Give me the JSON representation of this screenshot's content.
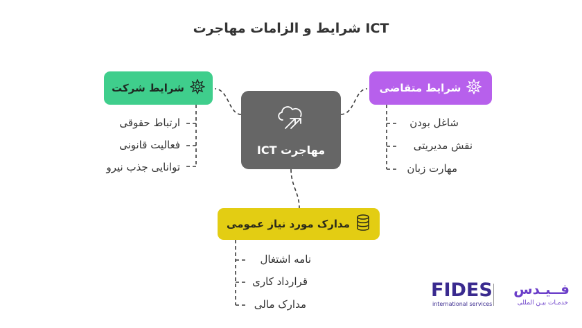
{
  "title": "ICT شرایط و الزامات مهاجرت",
  "center": {
    "label": "ICT مهاجرت",
    "icon": "cloud-upload-arrows-icon"
  },
  "company": {
    "label": "شرایط شرکت",
    "icon": "star-badge-icon",
    "color": "#3fce8c",
    "items": [
      "ارتباط حقوقی",
      "فعالیت قانونی",
      "توانایی جذب نیرو"
    ]
  },
  "applicant": {
    "label": "شرایط متقاضی",
    "icon": "star-badge-icon",
    "color": "#b760ec",
    "items": [
      "شاغل بودن",
      "نقش مدیریتی",
      "مهارت زبان"
    ]
  },
  "documents": {
    "label": "مدارک مورد نیاز عمومی",
    "icon": "database-icon",
    "color": "#e3cd13",
    "items": [
      "نامه اشتغال",
      "قرارداد کاری",
      "مدارک مالی"
    ]
  },
  "logo": {
    "brand": "FIDES",
    "brand_sub": "international services",
    "fa_name": "فــیـدس",
    "fa_sub": "خدمـات بیـن المللی"
  }
}
